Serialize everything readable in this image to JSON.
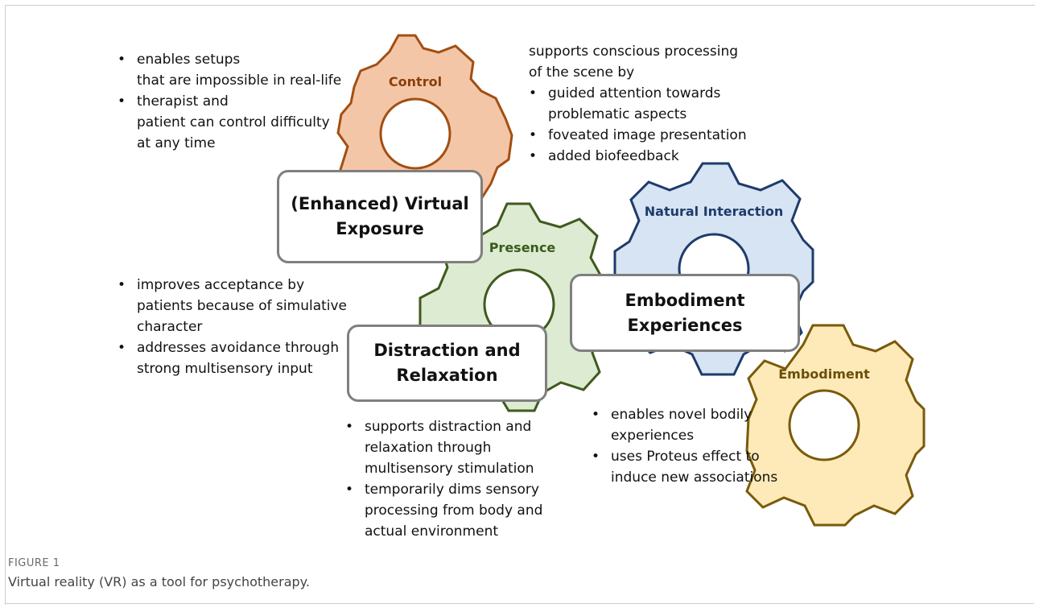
{
  "figure": {
    "kicker": "FIGURE 1",
    "caption": "Virtual reality (VR) as a tool for psychotherapy."
  },
  "gears": [
    {
      "label": "Control",
      "fill": "#f4c6a8",
      "stroke": "#a24f12",
      "text_color": "#8a3f0a"
    },
    {
      "label": "Presence",
      "fill": "#dcebd2",
      "stroke": "#3f5a1f",
      "text_color": "#3a5a1a"
    },
    {
      "label": "Natural Interaction",
      "fill": "#d6e4f3",
      "stroke": "#1f3b6b",
      "text_color": "#1f3b6b"
    },
    {
      "label": "Embodiment",
      "fill": "#fdeab8",
      "stroke": "#7a5a0a",
      "text_color": "#6b4f0a"
    }
  ],
  "boxes": {
    "virtual_exposure": {
      "line1": "(Enhanced) Virtual",
      "line2": "Exposure"
    },
    "distraction": {
      "line1": "Distraction and",
      "line2": "Relaxation"
    },
    "embodiment_experiences": {
      "line1": "Embodiment",
      "line2": "Experiences"
    }
  },
  "notes": {
    "control": {
      "items": [
        {
          "line1": "enables setups",
          "line2": "that are impossible in real-life"
        },
        {
          "line1": "therapist and",
          "line2": "patient can control difficulty",
          "line3": "at any time"
        }
      ]
    },
    "processing": {
      "intro1": "supports conscious processing",
      "intro2": "of the scene by",
      "items": [
        {
          "line1": "guided attention towards",
          "line2": "problematic aspects"
        },
        {
          "line1": "foveated image presentation"
        },
        {
          "line1": "added biofeedback"
        }
      ]
    },
    "acceptance": {
      "items": [
        {
          "line1": "improves  acceptance by",
          "line2": "patients because of simulative",
          "line3": "character"
        },
        {
          "line1": "addresses avoidance through",
          "line2": "strong multisensory input"
        }
      ]
    },
    "distraction": {
      "items": [
        {
          "line1": "supports distraction and",
          "line2": "relaxation through",
          "line3": "multisensory stimulation"
        },
        {
          "line1": "temporarily dims sensory",
          "line2": "processing from body and",
          "line3": "actual environment"
        }
      ]
    },
    "embodiment": {
      "items": [
        {
          "line1": "enables novel bodily",
          "line2": "experiences"
        },
        {
          "line1": "uses Proteus effect to",
          "line2": "induce new associations"
        }
      ]
    }
  }
}
